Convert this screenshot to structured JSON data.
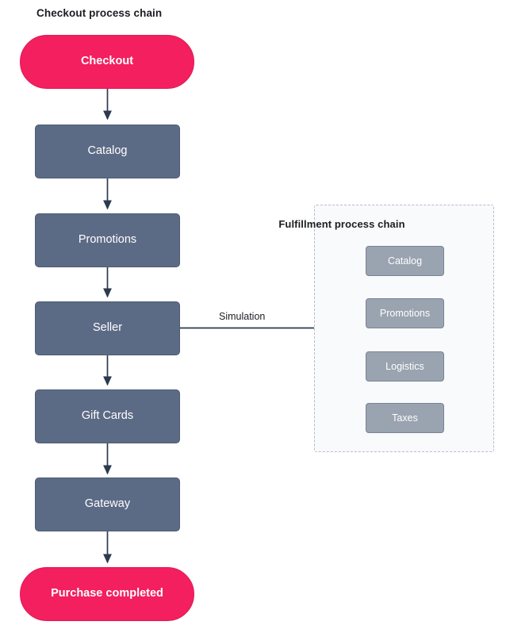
{
  "diagram": {
    "type": "flowchart",
    "orientation": "top-to-bottom",
    "main_title": "Checkout process chain",
    "subgraph_title": "Fulfillment process chain"
  },
  "main_chain": {
    "title": "Checkout process chain",
    "nodes": [
      {
        "id": "checkout",
        "label": "Checkout",
        "shape": "stadium",
        "fill": "#f31f5f",
        "text_color": "#ffffff"
      },
      {
        "id": "catalog",
        "label": "Catalog",
        "shape": "rect",
        "fill": "#5c6b85",
        "text_color": "#ffffff"
      },
      {
        "id": "promotions",
        "label": "Promotions",
        "shape": "rect",
        "fill": "#5c6b85",
        "text_color": "#ffffff"
      },
      {
        "id": "seller",
        "label": "Seller",
        "shape": "rect",
        "fill": "#5c6b85",
        "text_color": "#ffffff"
      },
      {
        "id": "giftcards",
        "label": "Gift Cards",
        "shape": "rect",
        "fill": "#5c6b85",
        "text_color": "#ffffff"
      },
      {
        "id": "gateway",
        "label": "Gateway",
        "shape": "rect",
        "fill": "#5c6b85",
        "text_color": "#ffffff"
      },
      {
        "id": "purchase",
        "label": "Purchase completed",
        "shape": "stadium",
        "fill": "#f31f5f",
        "text_color": "#ffffff"
      }
    ],
    "edges": [
      {
        "from": "checkout",
        "to": "catalog",
        "label": "",
        "arrow": true
      },
      {
        "from": "catalog",
        "to": "promotions",
        "label": "",
        "arrow": true
      },
      {
        "from": "promotions",
        "to": "seller",
        "label": "",
        "arrow": true
      },
      {
        "from": "seller",
        "to": "giftcards",
        "label": "",
        "arrow": true
      },
      {
        "from": "giftcards",
        "to": "gateway",
        "label": "",
        "arrow": true
      },
      {
        "from": "gateway",
        "to": "purchase",
        "label": "",
        "arrow": true
      }
    ]
  },
  "subgraph": {
    "title": "Fulfillment process chain",
    "border_style": "dashed",
    "border_color": "#b9bcc4",
    "background": "#f9fafc",
    "nodes": [
      {
        "id": "f-catalog",
        "label": "Catalog",
        "shape": "rect",
        "fill": "#9aa3b0",
        "text_color": "#ffffff"
      },
      {
        "id": "f-promotions",
        "label": "Promotions",
        "shape": "rect",
        "fill": "#9aa3b0",
        "text_color": "#ffffff"
      },
      {
        "id": "f-logistics",
        "label": "Logistics",
        "shape": "rect",
        "fill": "#9aa3b0",
        "text_color": "#ffffff"
      },
      {
        "id": "f-taxes",
        "label": "Taxes",
        "shape": "rect",
        "fill": "#9aa3b0",
        "text_color": "#ffffff"
      }
    ],
    "edges": [
      {
        "from": "f-catalog",
        "to": "f-promotions",
        "label": "",
        "arrow": true
      },
      {
        "from": "f-promotions",
        "to": "f-logistics",
        "label": "",
        "arrow": true
      },
      {
        "from": "f-logistics",
        "to": "f-taxes",
        "label": "",
        "arrow": true
      }
    ]
  },
  "cross_link": {
    "label": "Simulation",
    "from": "seller",
    "to": "fulfillment-subgraph",
    "arrow": false,
    "line_color": "#2d3a4d"
  },
  "colors": {
    "accent_pink": "#f31f5f",
    "node_slate": "#5c6b85",
    "subnode_gray": "#9aa3b0",
    "edge_line": "#2d3a4d",
    "text_dark": "#1b1d21",
    "canvas": "#ffffff"
  }
}
